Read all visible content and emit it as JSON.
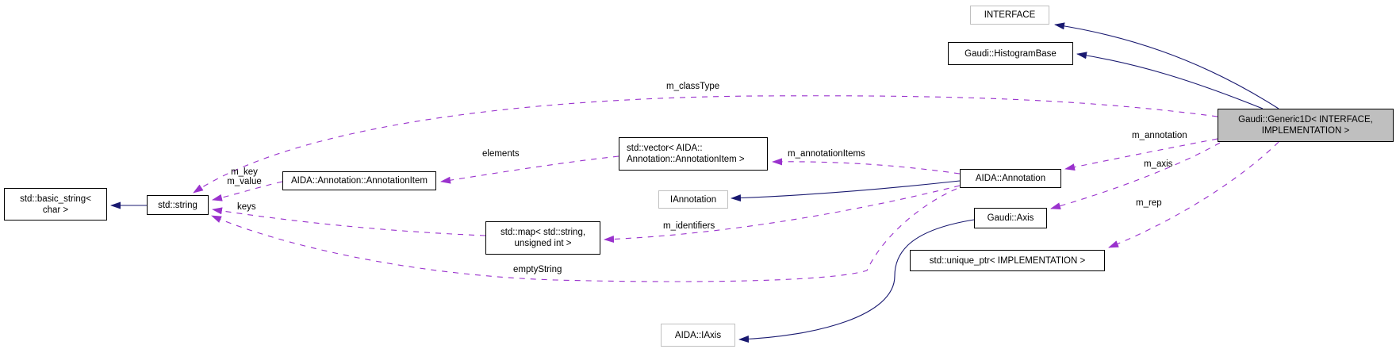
{
  "diagram": {
    "type": "collaboration-graph",
    "nodes": {
      "interface": {
        "label": "INTERFACE"
      },
      "histogram_base": {
        "label": "Gaudi::HistogramBase"
      },
      "generic1d": {
        "label": "Gaudi::Generic1D< INTERFACE,\nIMPLEMENTATION >"
      },
      "basic_string": {
        "label": "std::basic_string<\nchar >"
      },
      "string": {
        "label": "std::string"
      },
      "annotation_item": {
        "label": "AIDA::Annotation::AnnotationItem"
      },
      "vector": {
        "label": "std::vector< AIDA::\nAnnotation::AnnotationItem >"
      },
      "iannotation": {
        "label": "IAnnotation"
      },
      "annotation": {
        "label": "AIDA::Annotation"
      },
      "axis": {
        "label": "Gaudi::Axis"
      },
      "map": {
        "label": "std::map< std::string,\nunsigned int >"
      },
      "unique_ptr": {
        "label": "std::unique_ptr< IMPLEMENTATION >"
      },
      "iaxis": {
        "label": "AIDA::IAxis"
      }
    },
    "edge_labels": {
      "m_classType": "m_classType",
      "elements": "elements",
      "m_annotationItems": "m_annotationItems",
      "m_key_m_value": "m_key\nm_value",
      "keys": "keys",
      "m_identifiers": "m_identifiers",
      "emptyString": "emptyString",
      "m_annotation": "m_annotation",
      "m_axis": "m_axis",
      "m_rep": "m_rep"
    },
    "colors": {
      "inheritance_edge": "#191970",
      "usage_edge": "#9a32cd",
      "main_node_fill": "#bfbfbf",
      "node_fill": "#ffffff",
      "node_border": "#000000",
      "external_node_border": "#c0c0c0"
    }
  }
}
